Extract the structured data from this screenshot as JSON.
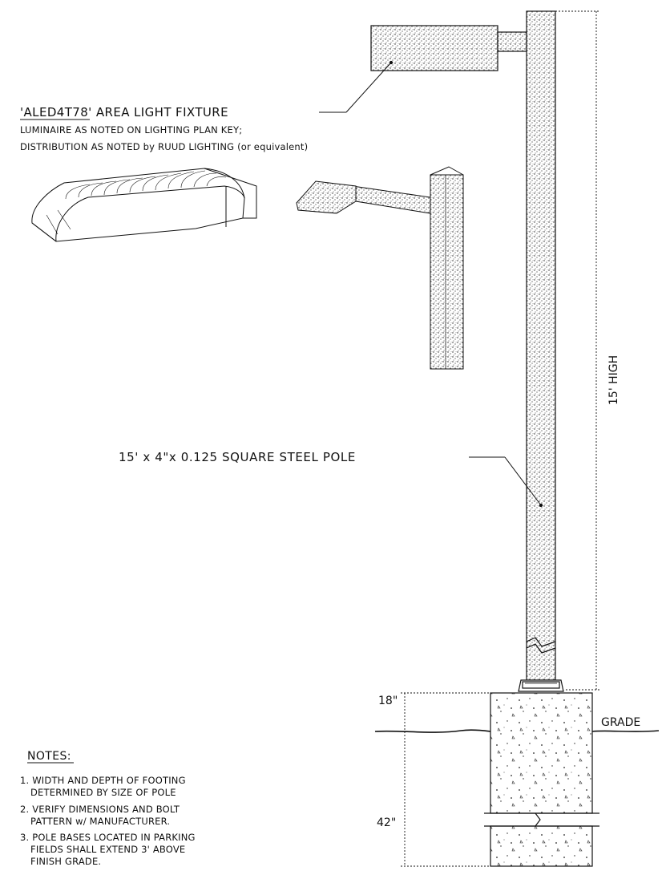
{
  "fixture": {
    "title": "'ALED4T78' AREA LIGHT FIXTURE",
    "sub1": "LUMINAIRE AS NOTED ON LIGHTING PLAN KEY;",
    "sub2": "DISTRIBUTION AS NOTED by RUUD LIGHTING (or equivalent)"
  },
  "pole": {
    "label": "15' x 4\"x 0.125 SQUARE STEEL POLE",
    "height_label": "15' HIGH"
  },
  "footing": {
    "above_grade": "18\"",
    "below_grade": "42\"",
    "grade_label": "GRADE"
  },
  "notes": {
    "title": "NOTES:",
    "items": [
      {
        "l1": "1. WIDTH AND DEPTH OF FOOTING",
        "l2": "DETERMINED BY SIZE OF POLE"
      },
      {
        "l1": "2. VERIFY DIMENSIONS AND BOLT",
        "l2": "PATTERN w/ MANUFACTURER."
      },
      {
        "l1": "3. POLE BASES LOCATED IN PARKING",
        "l2": "FIELDS SHALL EXTEND 3' ABOVE",
        "l3": "FINISH GRADE."
      }
    ]
  },
  "colors": {
    "line": "#111111",
    "fill": "#ffffff"
  }
}
